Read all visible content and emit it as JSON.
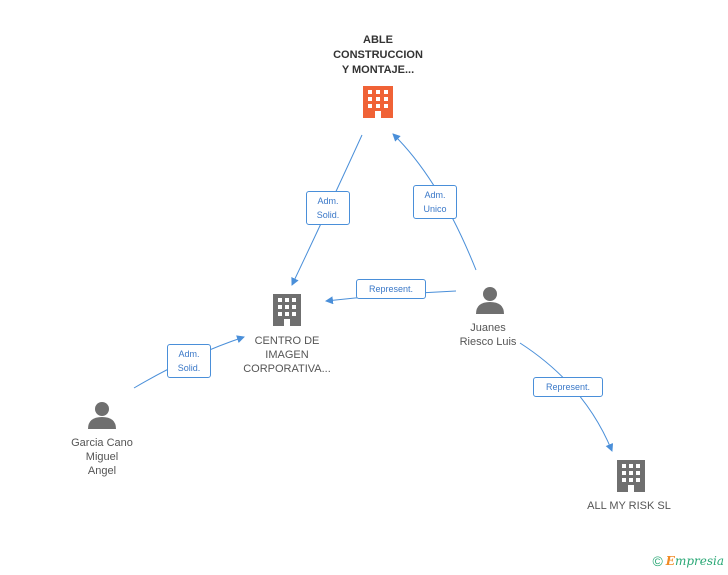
{
  "colors": {
    "edge": "#4a8fd9",
    "company_highlight": "#f06236",
    "company": "#6f6f6f",
    "person": "#6f6f6f"
  },
  "nodes": {
    "able": {
      "label": "ABLE\nCONSTRUCCION\nY MONTAJE...",
      "icon": "building-icon"
    },
    "centro": {
      "label": "CENTRO DE\nIMAGEN\nCORPORATIVA...",
      "icon": "building-icon"
    },
    "juanes": {
      "label": "Juanes\nRiesco Luis",
      "icon": "person-icon"
    },
    "garcia": {
      "label": "Garcia Cano\nMiguel\nAngel",
      "icon": "person-icon"
    },
    "allmyrisk": {
      "label": "ALL MY RISK  SL",
      "icon": "building-icon"
    }
  },
  "edges": {
    "able_centro": {
      "label": "Adm.\nSolid."
    },
    "juanes_able": {
      "label": "Adm.\nUnico"
    },
    "juanes_centro": {
      "label": "Represent."
    },
    "garcia_centro": {
      "label": "Adm.\nSolid."
    },
    "juanes_allmyrisk": {
      "label": "Represent."
    }
  },
  "footer": {
    "copyright": "©",
    "brand_initial": "E",
    "brand_rest": "mpresia"
  }
}
